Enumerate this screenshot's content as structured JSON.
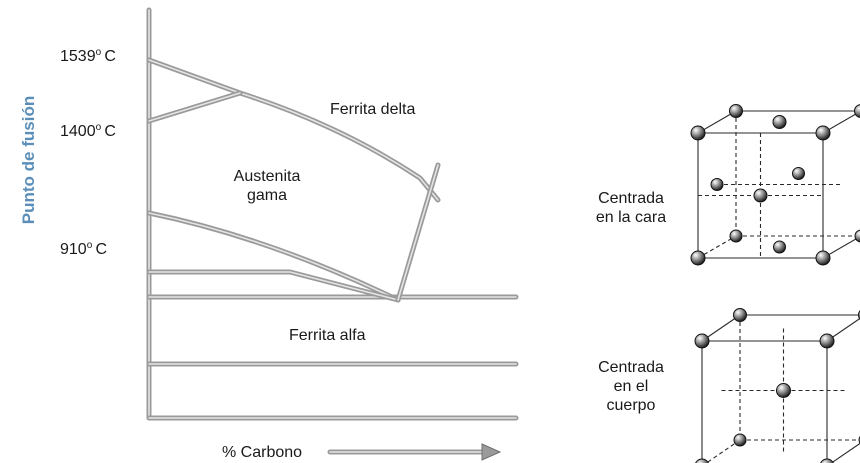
{
  "y_axis_label": "Punto de fusión",
  "x_axis_label": "% Carbono",
  "temperatures": {
    "t1539": {
      "number": "1539",
      "sup": "o",
      "unit": "C"
    },
    "t1400": {
      "number": "1400",
      "sup": "o",
      "unit": "C"
    },
    "t910": {
      "number": "910",
      "sup": "o",
      "unit": "C"
    }
  },
  "regions": {
    "ferrita_delta": "Ferrita delta",
    "austenita_line1": "Austenita",
    "austenita_line2": "gama",
    "ferrita_alfa": "Ferrita alfa"
  },
  "structures": {
    "fcc_line1": "Centrada",
    "fcc_line2": "en la cara",
    "bcc_line1": "Centrada",
    "bcc_line2": "en el",
    "bcc_line3": "cuerpo"
  },
  "colors": {
    "tube": "#9a9a9a",
    "tube_highlight": "#e4e4e4",
    "axis_label": "#5b8fb9",
    "text": "#1a1a1a"
  }
}
